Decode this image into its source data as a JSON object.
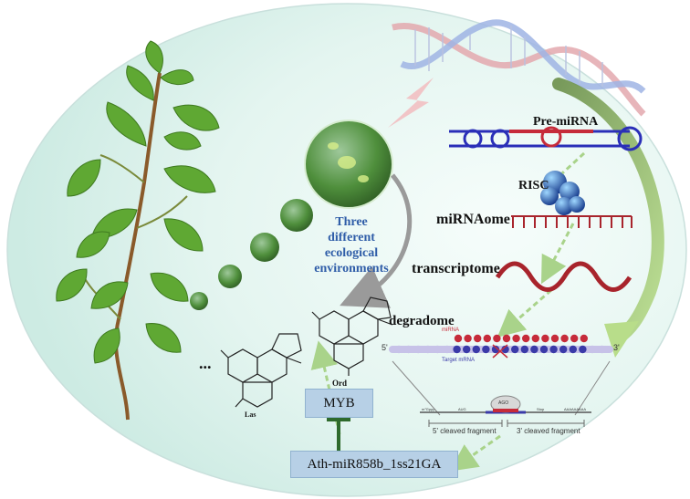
{
  "labels": {
    "pre_mirna": "Pre-miRNA",
    "risc": "RISC",
    "mirnaome": "miRNAome",
    "transcriptome": "transcriptome",
    "degradome": "degradome",
    "environments": [
      "Three",
      "different",
      "ecological",
      "environments"
    ],
    "ellipsis": "...",
    "las": "Las",
    "ord": "Ord"
  },
  "boxes": {
    "myb": "MYB",
    "mirna": "Ath-miR858b_1ss21GA"
  },
  "degradome_detail": {
    "five_prime": "5'",
    "three_prime": "3'",
    "mirna_label": "miRNA",
    "target_label": "Target mRNA",
    "ago": "AGO",
    "cap": "m⁷Gppp",
    "aug": "AUG",
    "stop": "Stop",
    "polya": "AAAAAAAAA",
    "cleaved_5": "5' cleaved fragment",
    "cleaved_3": "3' cleaved fragment"
  },
  "colors": {
    "background_ellipse": "#e6f6f3",
    "mirna_red": "#c62b3a",
    "dna_blue": "#2a2fb8",
    "box_fill": "#b7d0e6",
    "label_blue": "#2f5da8",
    "inhibit_green": "#2e6a2c",
    "arrow_green": "#8fbf6a"
  }
}
